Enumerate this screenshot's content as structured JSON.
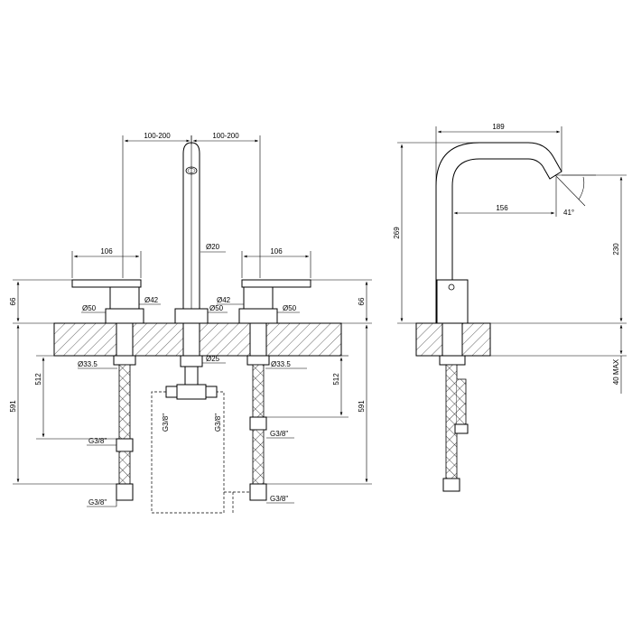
{
  "front_view": {
    "spout_spacing_left": "100-200",
    "spout_spacing_right": "100-200",
    "left_handle_width": "106",
    "right_handle_width": "106",
    "spout_diameter": "Ø20",
    "handle_body_diameter_left": "Ø42",
    "handle_body_diameter_right": "Ø42",
    "base_diameter_left": "Ø50",
    "base_diameter_center": "Ø50",
    "base_diameter_right": "Ø50",
    "height_left": "66",
    "height_right": "66",
    "shank_diameter_left": "Ø33.5",
    "shank_diameter_center": "Ø25",
    "shank_diameter_right": "Ø33.5",
    "hose_length_left": "512",
    "hose_length_right": "512",
    "total_length_left": "591",
    "total_length_right": "591",
    "thread_left_upper": "G3/8\"",
    "thread_left_lower": "G3/8\"",
    "thread_center_left": "G3/8\"",
    "thread_center_right": "G3/8\"",
    "thread_right_upper": "G3/8\"",
    "thread_right_lower": "G3/8\""
  },
  "side_view": {
    "spout_reach": "189",
    "outlet_reach": "156",
    "outlet_angle": "41°",
    "total_height": "269",
    "outlet_height": "230",
    "max_deck_thickness": "40 MAX"
  }
}
